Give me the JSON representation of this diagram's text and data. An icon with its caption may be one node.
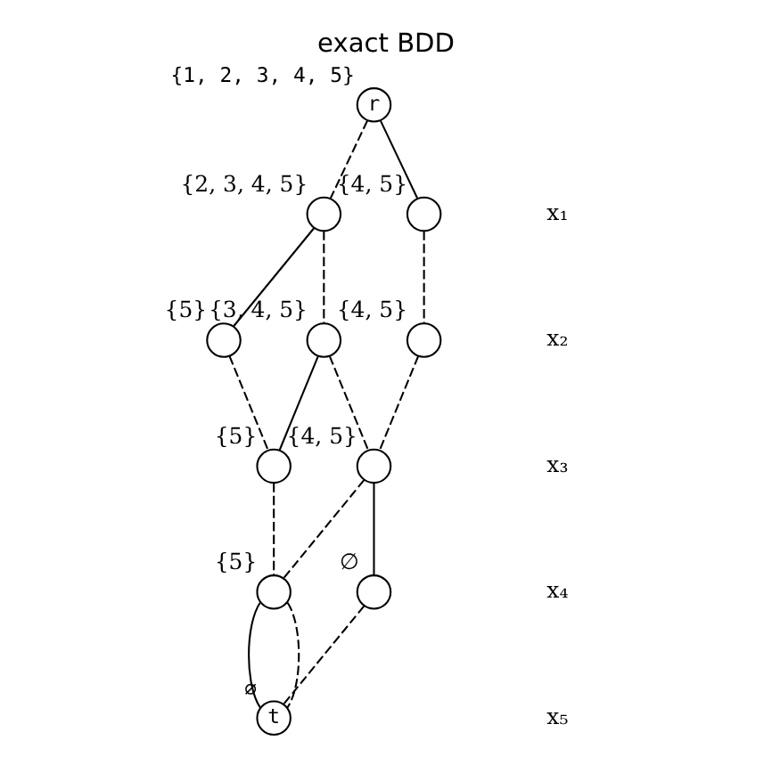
{
  "diagram": {
    "title": "exact BDD",
    "nodes": [
      {
        "text": [
          "r"
        ],
        "beside": [
          "{1, 2, 3, 4, 5}"
        ]
      },
      {
        "text": [],
        "shape": "circle",
        "beside": [
          "{2, 3, 4, 5}"
        ]
      },
      {
        "text": [],
        "shape": "circle",
        "beside": [
          "{4, 5}"
        ]
      },
      {
        "text": [],
        "shape": "circle",
        "beside": [
          "{5}"
        ]
      },
      {
        "text": [],
        "shape": "circle",
        "beside": [
          "{3, 4, 5}"
        ]
      },
      {
        "text": [],
        "shape": "circle",
        "beside": [
          "{4, 5}"
        ]
      },
      {
        "text": [],
        "shape": "circle",
        "beside": [
          "{5}"
        ]
      },
      {
        "text": [],
        "shape": "circle",
        "beside": [
          "{4, 5}"
        ]
      },
      {
        "text": [],
        "shape": "circle",
        "beside": [
          "{5}"
        ]
      },
      {
        "text": [],
        "shape": "circle",
        "beside": [
          "∅"
        ]
      },
      {
        "text": [
          "t"
        ],
        "beside": [
          "∅"
        ]
      }
    ],
    "edges": [
      {
        "from": 0,
        "to": 1,
        "arrow": "none",
        "style": "dashed"
      },
      {
        "from": 0,
        "to": 2,
        "arrow": "none"
      },
      {
        "from": 1,
        "to": 3,
        "arrow": "none"
      },
      {
        "from": 1,
        "to": 4,
        "arrow": "none",
        "style": "dashed"
      },
      {
        "from": 2,
        "to": 5,
        "arrow": "none",
        "style": "dashed"
      },
      {
        "from": 3,
        "to": 6,
        "arrow": "none",
        "style": "dashed"
      },
      {
        "from": 4,
        "to": 6,
        "arrow": "none"
      },
      {
        "from": 4,
        "to": 7,
        "arrow": "none",
        "style": "dashed"
      },
      {
        "from": 5,
        "to": 7,
        "arrow": "none",
        "style": "dashed"
      },
      {
        "from": 6,
        "to": 8,
        "arrow": "none",
        "style": "dashed"
      },
      {
        "from": 7,
        "to": 8,
        "arrow": "none",
        "style": "dashed"
      },
      {
        "from": 7,
        "to": 9,
        "arrow": "none"
      },
      {
        "from": 8,
        "to": 10,
        "arrow": "none"
      },
      {
        "from": 8,
        "to": 10,
        "arrow": "none",
        "style": "dashed"
      },
      {
        "from": 9,
        "to": 10,
        "arrow": "none",
        "style": "dashed"
      }
    ],
    "labels": [
      "x₁",
      "x₂",
      "x₃",
      "x₄",
      "x₅"
    ]
  }
}
